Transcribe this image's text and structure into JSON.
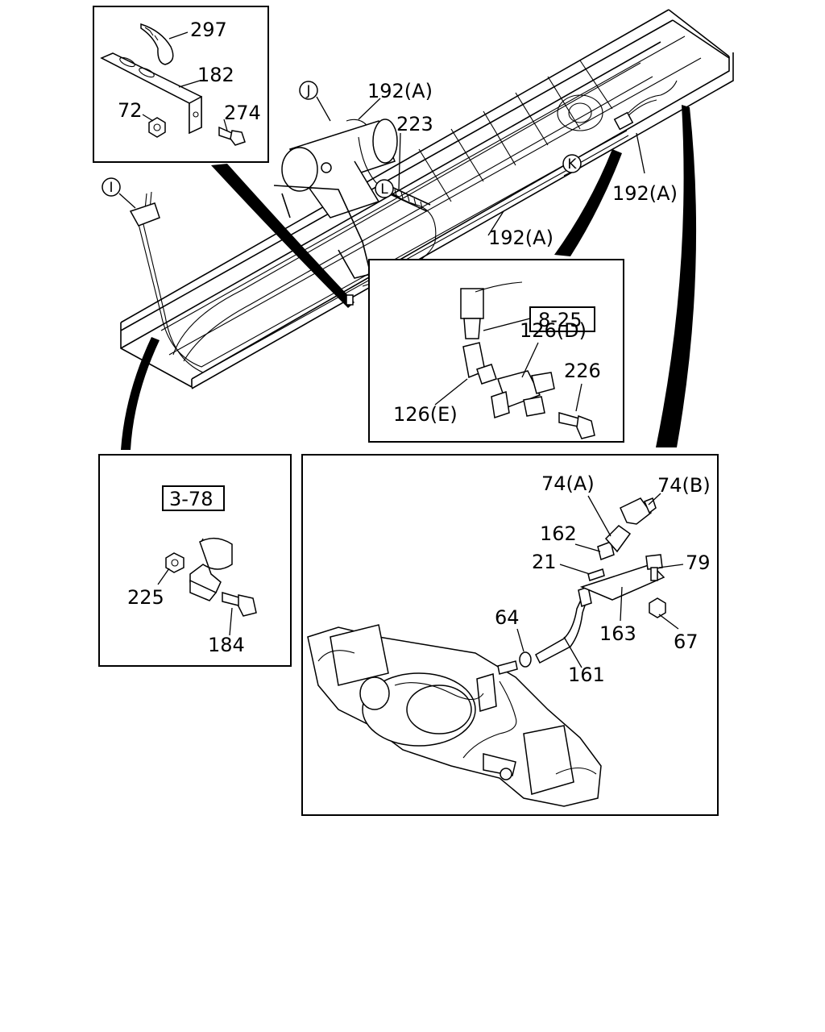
{
  "diagram": {
    "callouts": {
      "c297": "297",
      "c182": "182",
      "c72": "72",
      "c274": "274",
      "c192a_1": "192(A)",
      "c223": "223",
      "c192a_2": "192(A)",
      "c192a_3": "192(A)",
      "c8_25": "8-25",
      "c126d": "126(D)",
      "c226": "226",
      "c126e": "126(E)",
      "c3_78": "3-78",
      "c225": "225",
      "c184": "184",
      "c74a": "74(A)",
      "c74b": "74(B)",
      "c162": "162",
      "c21": "21",
      "c79": "79",
      "c64": "64",
      "c163": "163",
      "c67": "67",
      "c161": "161"
    },
    "markers": {
      "I": "I",
      "J": "J",
      "K": "K",
      "L": "L"
    }
  }
}
